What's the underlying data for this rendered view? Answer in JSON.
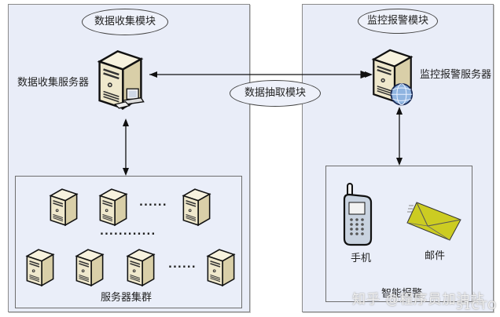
{
  "diagram": {
    "left_module": {
      "title": "数据收集模块",
      "server_label": "数据收集服务器",
      "cluster": {
        "label": "服务器集群",
        "row1_ellipsis": "......",
        "middle_ellipsis": "............",
        "row2_ellipsis": "......"
      }
    },
    "right_module": {
      "title": "监控报警模块",
      "server_label": "监控报警服务器",
      "alert_box": {
        "label": "智能报警",
        "phone_label": "手机",
        "mail_label": "邮件"
      }
    },
    "connector": {
      "label": "数据抽取模块"
    },
    "icons": {
      "collector_server": "server-with-workstation-icon",
      "monitor_server": "server-with-globe-icon",
      "cluster_server": "server-icon",
      "phone": "mobile-phone-icon",
      "mail": "envelope-icon"
    },
    "colors": {
      "panel_bg": "#e9edf8",
      "server_body": "#efe8cc",
      "envelope": "#cccc22",
      "globe": "#8fb4e0"
    },
    "watermark": {
      "text": "知乎 @程序员加油站",
      "brand": "51CTO"
    }
  }
}
